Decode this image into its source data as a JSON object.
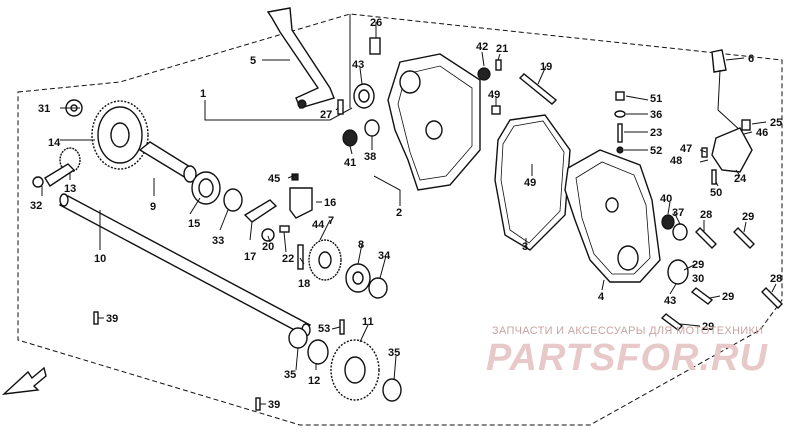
{
  "watermark": {
    "tagline": "ЗАПЧАСТИ И АКСЕССУАРЫ ДЛЯ МОТОТЕХНИКИ",
    "brand": "PARTSFOR.RU"
  },
  "callouts": [
    "1",
    "2",
    "3",
    "4",
    "5",
    "6",
    "7",
    "8",
    "9",
    "10",
    "11",
    "12",
    "13",
    "14",
    "15",
    "16",
    "17",
    "18",
    "19",
    "20",
    "21",
    "22",
    "23",
    "24",
    "25",
    "26",
    "27",
    "28",
    "28",
    "29",
    "29",
    "29",
    "29",
    "30",
    "31",
    "32",
    "33",
    "34",
    "35",
    "35",
    "36",
    "37",
    "38",
    "39",
    "39",
    "40",
    "41",
    "42",
    "43",
    "43",
    "44",
    "45",
    "46",
    "47",
    "48",
    "49",
    "49",
    "50",
    "51",
    "52",
    "53"
  ]
}
